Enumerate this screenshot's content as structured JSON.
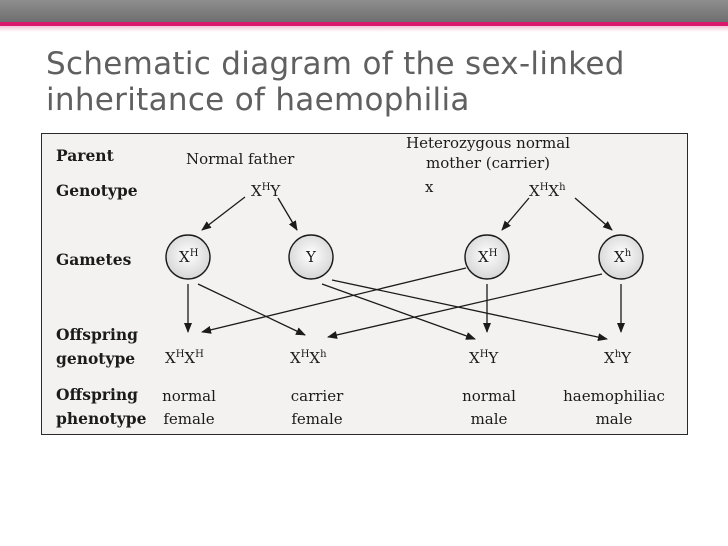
{
  "slide": {
    "title_line1": "Schematic diagram of the sex-linked",
    "title_line2": "inheritance of haemophilia",
    "accent_color": "#d9196b"
  },
  "diagram": {
    "row_labels": {
      "parent": "Parent",
      "genotype": "Genotype",
      "gametes": "Gametes",
      "offspring_genotype_line1": "Offspring",
      "offspring_genotype_line2": "genotype",
      "offspring_phenotype_line1": "Offspring",
      "offspring_phenotype_line2": "phenotype"
    },
    "father": {
      "label": "Normal father",
      "genotype_base": "X",
      "genotype_sup": "H",
      "genotype_tail": "Y"
    },
    "mother": {
      "label_line1": "Heterozygous normal",
      "label_line2": "mother (carrier)",
      "genotype_base1": "X",
      "genotype_sup1": "H",
      "genotype_base2": "X",
      "genotype_sup2": "h"
    },
    "cross_symbol": "x",
    "gametes": [
      {
        "base": "X",
        "sup": "H"
      },
      {
        "base": "Y",
        "sup": ""
      },
      {
        "base": "X",
        "sup": "H"
      },
      {
        "base": "X",
        "sup": "h"
      }
    ],
    "offspring": [
      {
        "g1": "X",
        "s1": "H",
        "g2": "X",
        "s2": "H",
        "phenotype_line1": "normal",
        "phenotype_line2": "female"
      },
      {
        "g1": "X",
        "s1": "H",
        "g2": "X",
        "s2": "h",
        "phenotype_line1": "carrier",
        "phenotype_line2": "female"
      },
      {
        "g1": "X",
        "s1": "H",
        "g2": "Y",
        "s2": "",
        "phenotype_line1": "normal",
        "phenotype_line2": "male"
      },
      {
        "g1": "X",
        "s1": "h",
        "g2": "Y",
        "s2": "",
        "phenotype_line1": "haemophiliac",
        "phenotype_line2": "male"
      }
    ]
  }
}
